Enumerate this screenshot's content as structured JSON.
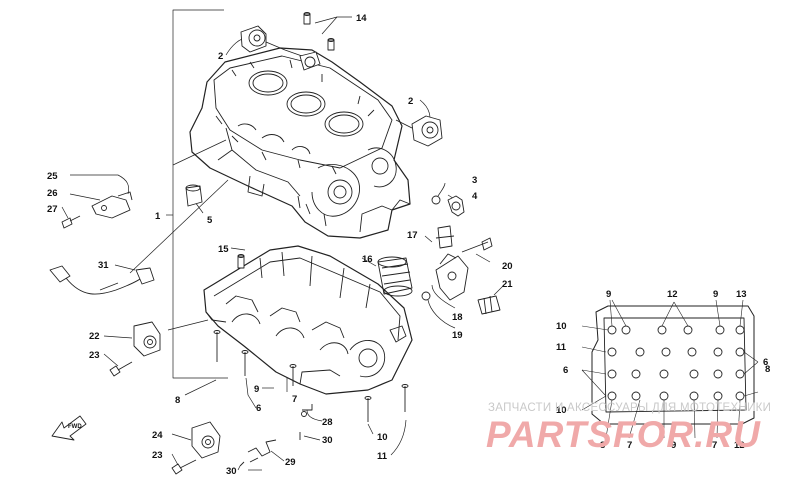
{
  "diagram": {
    "watermark_caption": "ЗАПЧАСТИ И АКСЕССУАРЫ ДЛЯ МОТОТЕХНИКИ",
    "watermark_brand": "PARTSFOR.RU",
    "direction_label": "FWD",
    "callouts": {
      "c1": "1",
      "c2a": "2",
      "c2b": "2",
      "c3": "3",
      "c4": "4",
      "c5": "5",
      "c6a": "6",
      "c7": "7",
      "c8a": "8",
      "c9a": "9",
      "c10a": "10",
      "c11a": "11",
      "c14": "14",
      "c15": "15",
      "c16": "16",
      "c17": "17",
      "c18": "18",
      "c19": "19",
      "c20": "20",
      "c21": "21",
      "c22": "22",
      "c23a": "23",
      "c23b": "23",
      "c24": "24",
      "c25": "25",
      "c26": "26",
      "c27": "27",
      "c28": "28",
      "c29": "29",
      "c30a": "30",
      "c30b": "30",
      "c31": "31",
      "d9a": "9",
      "d12": "12",
      "d9b": "9",
      "d13": "13",
      "d10a": "10",
      "d11": "11",
      "d6a": "6",
      "d6b": "6",
      "d10b": "10",
      "d8": "8",
      "d8b": "8",
      "d7a": "7",
      "d9c": "9",
      "d7b": "7",
      "d12b": "12"
    }
  }
}
